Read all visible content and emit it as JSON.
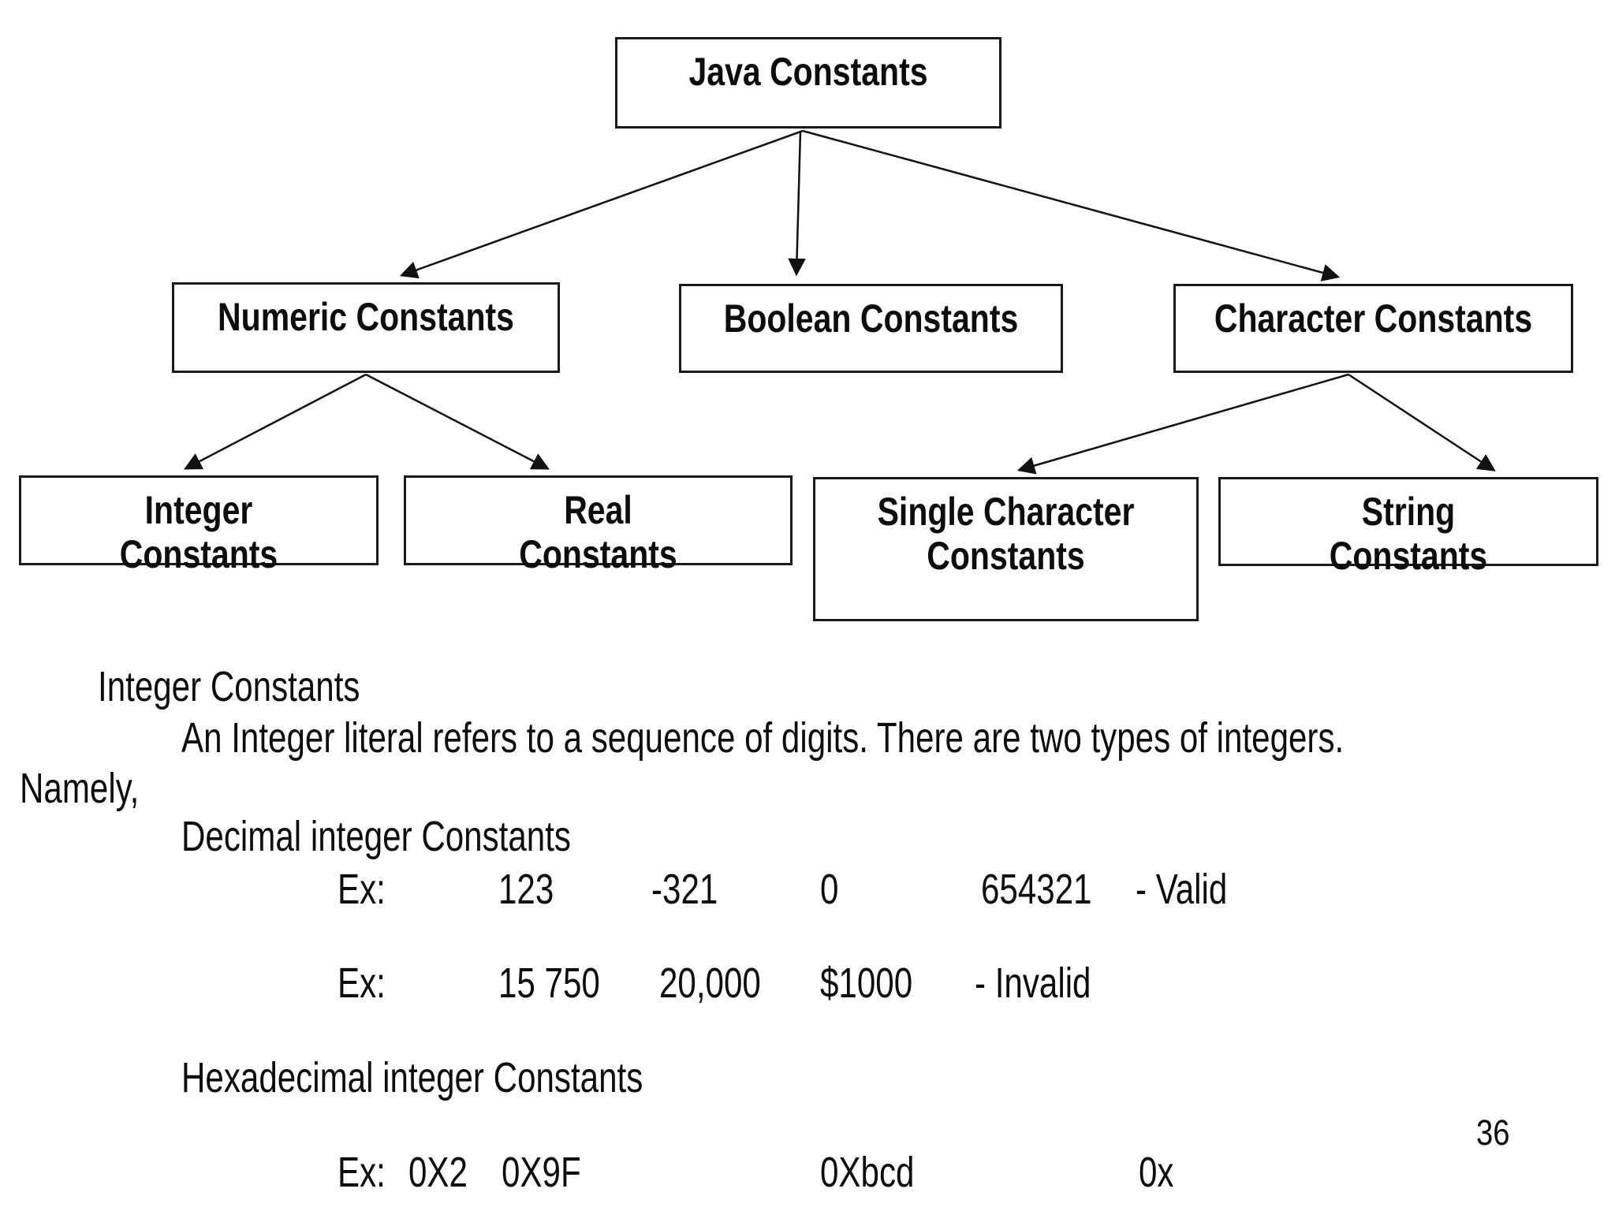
{
  "slide": {
    "page_number": "36",
    "colors": {
      "background": "#ffffff",
      "text": "#0d0d0d",
      "border": "#1a1a1a"
    }
  },
  "diagram": {
    "nodes": {
      "root": {
        "label": "Java Constants"
      },
      "numeric": {
        "label": "Numeric Constants"
      },
      "boolean": {
        "label": "Boolean Constants"
      },
      "character": {
        "label": "Character Constants"
      },
      "integer": {
        "line1": "Integer",
        "line2": "Constants"
      },
      "real": {
        "line1": "Real",
        "line2": "Constants"
      },
      "single_character": {
        "line1": "Single Character",
        "line2": "Constants"
      },
      "string": {
        "line1": "String",
        "line2": "Constants"
      }
    }
  },
  "content": {
    "heading": "Integer Constants",
    "intro_line1": "An Integer literal refers to a sequence of digits. There are two types of integers.",
    "intro_line2": "Namely,",
    "decimal_heading": "Decimal integer Constants",
    "decimal_valid": {
      "label": "Ex:",
      "v1": "123",
      "v2": "-321",
      "v3": "0",
      "v4": "654321",
      "verdict": "- Valid"
    },
    "decimal_invalid": {
      "label": "Ex:",
      "v1": "15 750",
      "v2": "20,000",
      "v3": "$1000",
      "verdict": "- Invalid"
    },
    "hex_heading": "Hexadecimal integer Constants",
    "hex_examples": {
      "label": "Ex:",
      "v1": "0X2",
      "v2": "0X9F",
      "v3": "0Xbcd",
      "v4": "0x"
    }
  }
}
